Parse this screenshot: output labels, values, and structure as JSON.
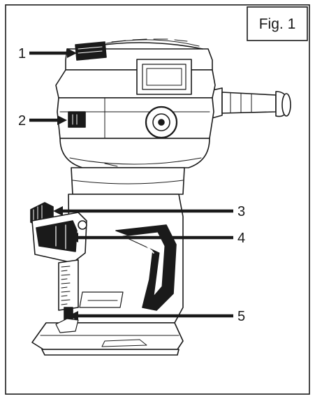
{
  "figure": {
    "caption": "Fig. 1"
  },
  "callouts": [
    {
      "number": "1"
    },
    {
      "number": "2"
    },
    {
      "number": "3"
    },
    {
      "number": "4"
    },
    {
      "number": "5"
    }
  ]
}
